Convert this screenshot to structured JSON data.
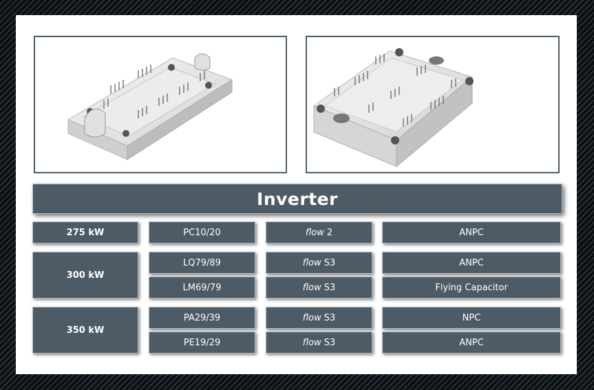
{
  "title": "Inverter",
  "groups": [
    {
      "power": "275 kW",
      "rows": [
        {
          "part": "PC10/20",
          "family_italic": "flow",
          "family_suffix": "2",
          "topology": "ANPC"
        }
      ]
    },
    {
      "power": "300 kW",
      "rows": [
        {
          "part": "LQ79/89",
          "family_italic": "flow",
          "family_suffix": "S3",
          "topology": "ANPC"
        },
        {
          "part": "LM69/79",
          "family_italic": "flow",
          "family_suffix": "S3",
          "topology": "Flying Capacitor"
        }
      ]
    },
    {
      "power": "350 kW",
      "rows": [
        {
          "part": "PA29/39",
          "family_italic": "flow",
          "family_suffix": "S3",
          "topology": "NPC"
        },
        {
          "part": "PE19/29",
          "family_italic": "flow",
          "family_suffix": "S3",
          "topology": "ANPC"
        }
      ]
    }
  ],
  "colors": {
    "cell": "#4d5b66",
    "frame": "#4d5b66",
    "text": "#ffffff"
  }
}
